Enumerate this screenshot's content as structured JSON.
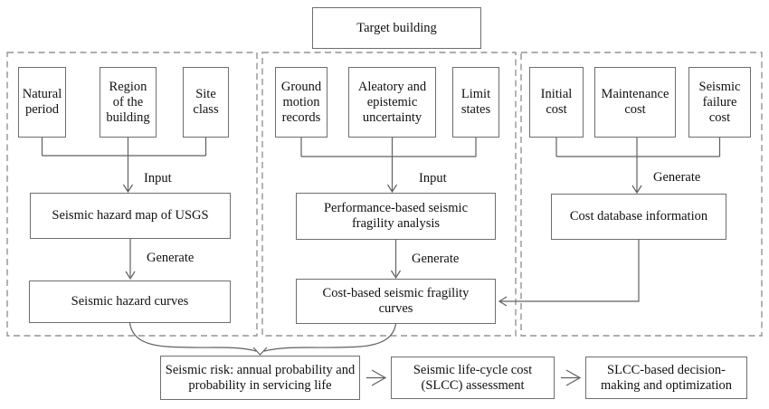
{
  "diagram": {
    "target_box": "Target building",
    "panels": [
      {
        "inputs": [
          "Natural period",
          "Region of the building",
          "Site class"
        ],
        "flow_label_1": "Input",
        "process": "Seismic hazard map of USGS",
        "flow_label_2": "Generate",
        "output": "Seismic hazard curves"
      },
      {
        "inputs": [
          "Ground motion records",
          "Aleatory and epistemic uncertainty",
          "Limit states"
        ],
        "flow_label_1": "Input",
        "process": "Performance-based seismic fragility analysis",
        "flow_label_2": "Generate",
        "output": "Cost-based seismic fragility curves"
      },
      {
        "inputs": [
          "Initial cost",
          "Maintenance cost",
          "Seismic failure cost"
        ],
        "flow_label_1": "Generate",
        "process": "Cost database information"
      }
    ],
    "bottom_flow": [
      "Seismic risk: annual probability and probability in servicing life",
      "Seismic life-cycle cost (SLCC) assessment",
      "SLCC-based decision-making and optimization"
    ]
  },
  "colors": {
    "line": "#606060",
    "box_border": "#6e6e6e",
    "panel_dash": "#949494",
    "text": "#111111",
    "background": "#ffffff"
  }
}
